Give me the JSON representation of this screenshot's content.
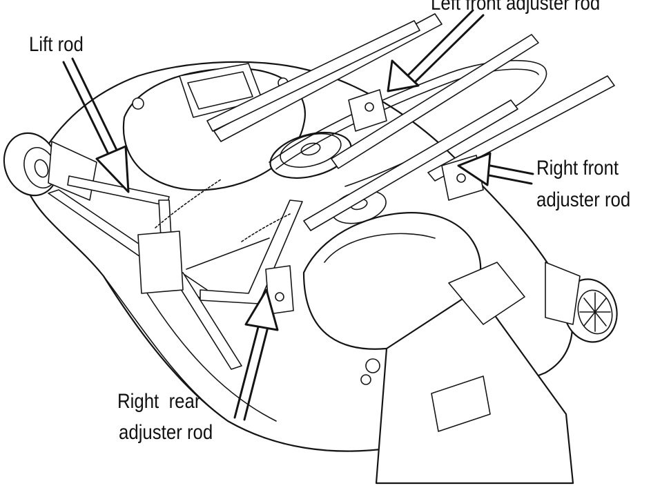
{
  "labels": {
    "lift_rod": "Lift rod",
    "left_front_adjuster_rod": "Left front adjuster rod",
    "right_front_adjuster_rod_line1": "Right front",
    "right_front_adjuster_rod_line2": "adjuster rod",
    "right_rear_adjuster_rod_line1": "Right  rear",
    "right_rear_adjuster_rod_line2": "adjuster rod"
  }
}
